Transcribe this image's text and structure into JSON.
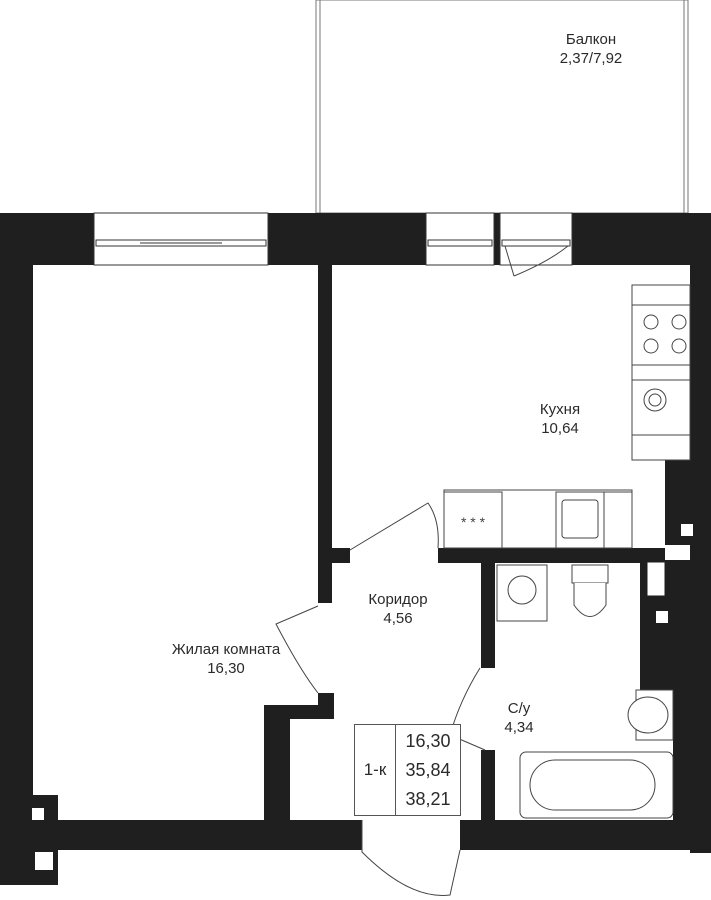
{
  "rooms": {
    "balcony": {
      "name": "Балкон",
      "area": "2,37/7,92"
    },
    "kitchen": {
      "name": "Кухня",
      "area": "10,64"
    },
    "corridor": {
      "name": "Коридор",
      "area": "4,56"
    },
    "living": {
      "name": "Жилая комната",
      "area": "16,30"
    },
    "bathroom": {
      "name": "С/у",
      "area": "4,34"
    }
  },
  "summary": {
    "type": "1-к",
    "living_area": "16,30",
    "total_area": "35,84",
    "total_with_balcony": "38,21"
  },
  "colors": {
    "wall": "#1f1f1f",
    "line": "#555555",
    "background": "#ffffff"
  }
}
